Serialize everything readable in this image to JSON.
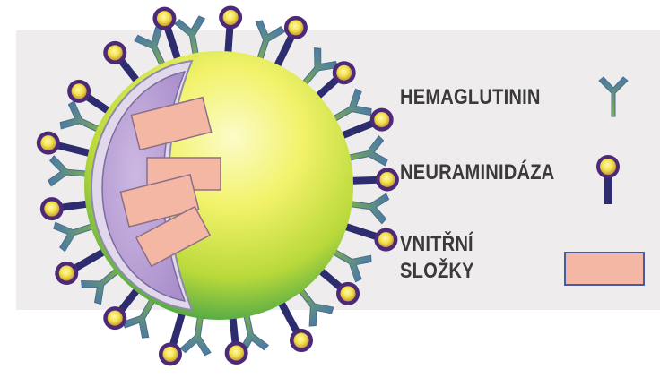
{
  "legend": {
    "hemagglutinin_label": "HEMAGLUTININ",
    "neuraminidase_label": "NEURAMINIDÁZA",
    "internal_label_line1": "VNITŘNÍ",
    "internal_label_line2": "SLOŽKY"
  },
  "caption": "",
  "colors": {
    "background_band": "#efeced",
    "sphere_outer": "#2f9a49",
    "sphere_highlight": "#fbfcc8",
    "core_fill": "#bfa6d8",
    "core_rim": "#e2d8ec",
    "segment_fill": "#f3b7a4",
    "segment_stroke": "#8e6f86",
    "neuraminidase_stalk": "#2c2c6e",
    "neuraminidase_head": "#f3e14a",
    "neuraminidase_ring": "#4d2a78",
    "hemagglutinin_top": "#4a79a8",
    "hemagglutinin_bottom": "#7fb04a"
  }
}
